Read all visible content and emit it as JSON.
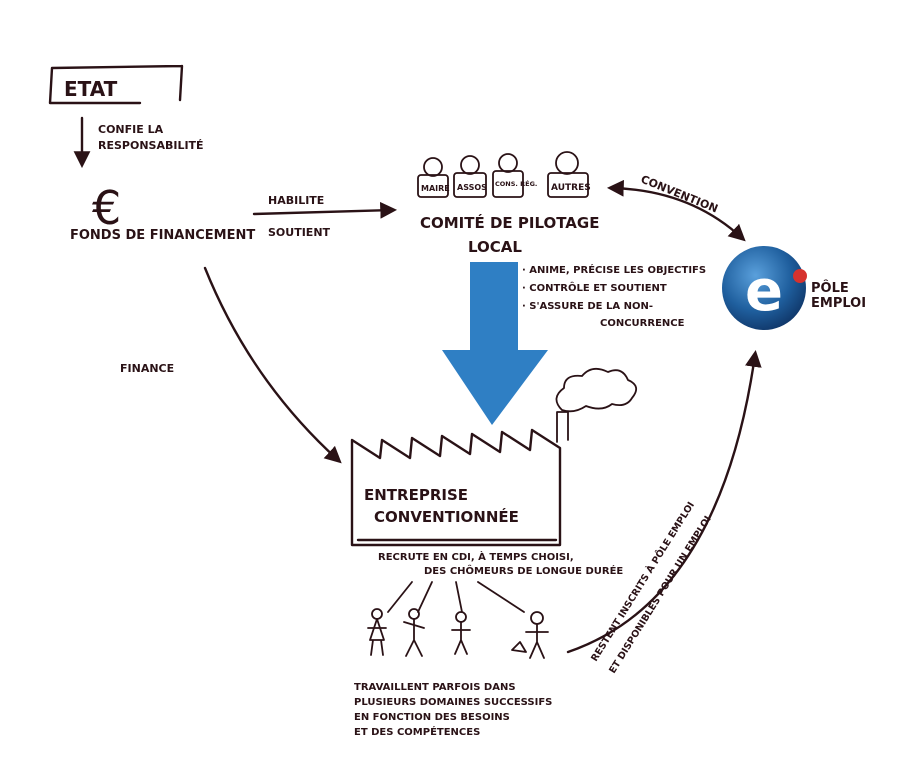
{
  "etat": "Etat",
  "confie": [
    "Confie la",
    "responsabilité"
  ],
  "euro_symbol": "€",
  "fonds": "Fonds de financement",
  "habilite": "Habilite",
  "soutient": "soutient",
  "comite": {
    "members": [
      "Maire",
      "Assos",
      "Cons. Rég.",
      "Autres"
    ],
    "title_line1": "Comité de pilotage",
    "title_line2": "local"
  },
  "convention": "Convention",
  "pole_emploi": {
    "logo_letter": "e",
    "line1": "Pôle",
    "line2": "Emploi"
  },
  "roles": [
    "· Anime, précise les objectifs",
    "· Contrôle et soutient",
    "· S'assure de la non-",
    "concurrence"
  ],
  "finance": "Finance",
  "entreprise": {
    "line1": "Entreprise",
    "line2": "conventionnée"
  },
  "recrute": [
    "Recrute en CDI, à temps choisi,",
    "des chômeurs de longue durée"
  ],
  "travaillent": [
    "Travaillent parfois dans",
    "plusieurs domaines successifs",
    "en fonction des besoins",
    "et des compétences"
  ],
  "restent": [
    "Restent inscrits à Pôle emploi",
    "et disponibles pour un emploi"
  ],
  "colors": {
    "ink": "#2a1216",
    "blue_arrow": "#2f7fc4",
    "pole_blue": "#1f5f9e",
    "pole_red": "#d6322e"
  }
}
